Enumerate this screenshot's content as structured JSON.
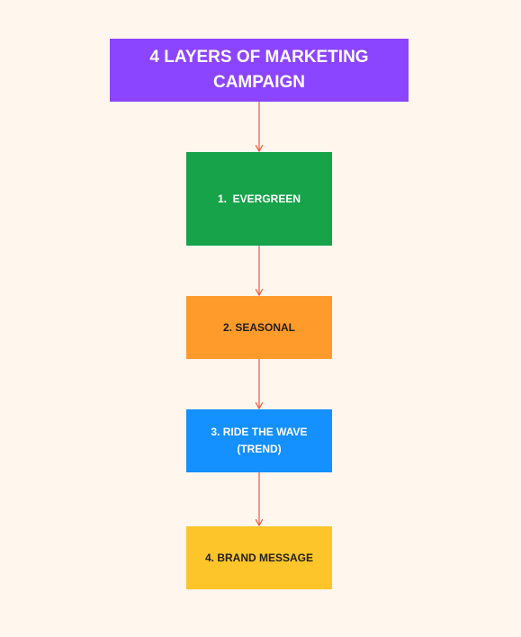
{
  "diagram": {
    "title": "4 LAYERS OF MARKETING CAMPAIGN",
    "steps": [
      {
        "label": "1.  EVERGREEN"
      },
      {
        "label": "2. SEASONAL"
      },
      {
        "label": "3. RIDE THE WAVE (TREND)"
      },
      {
        "label": "4. BRAND MESSAGE"
      }
    ]
  },
  "colors": {
    "background": "#fff6ee",
    "title_box": "#8c45ff",
    "title_text": "#ffffff",
    "step_1": "#16a34a",
    "step_1_text": "#ffffff",
    "step_2": "#fe9b2b",
    "step_2_text": "#1f1f1f",
    "step_3": "#1490ff",
    "step_3_text": "#ffffff",
    "step_4": "#fec52a",
    "step_4_text": "#1f1f1f",
    "arrow": "#e85a3c"
  }
}
